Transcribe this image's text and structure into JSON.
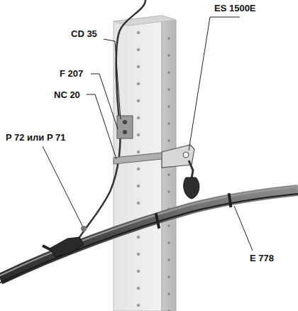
{
  "diagram": {
    "labels": [
      "CD 35",
      "F 207",
      "NC 20",
      "P 72 или P 71",
      "ES 1500E",
      "E 778"
    ]
  }
}
